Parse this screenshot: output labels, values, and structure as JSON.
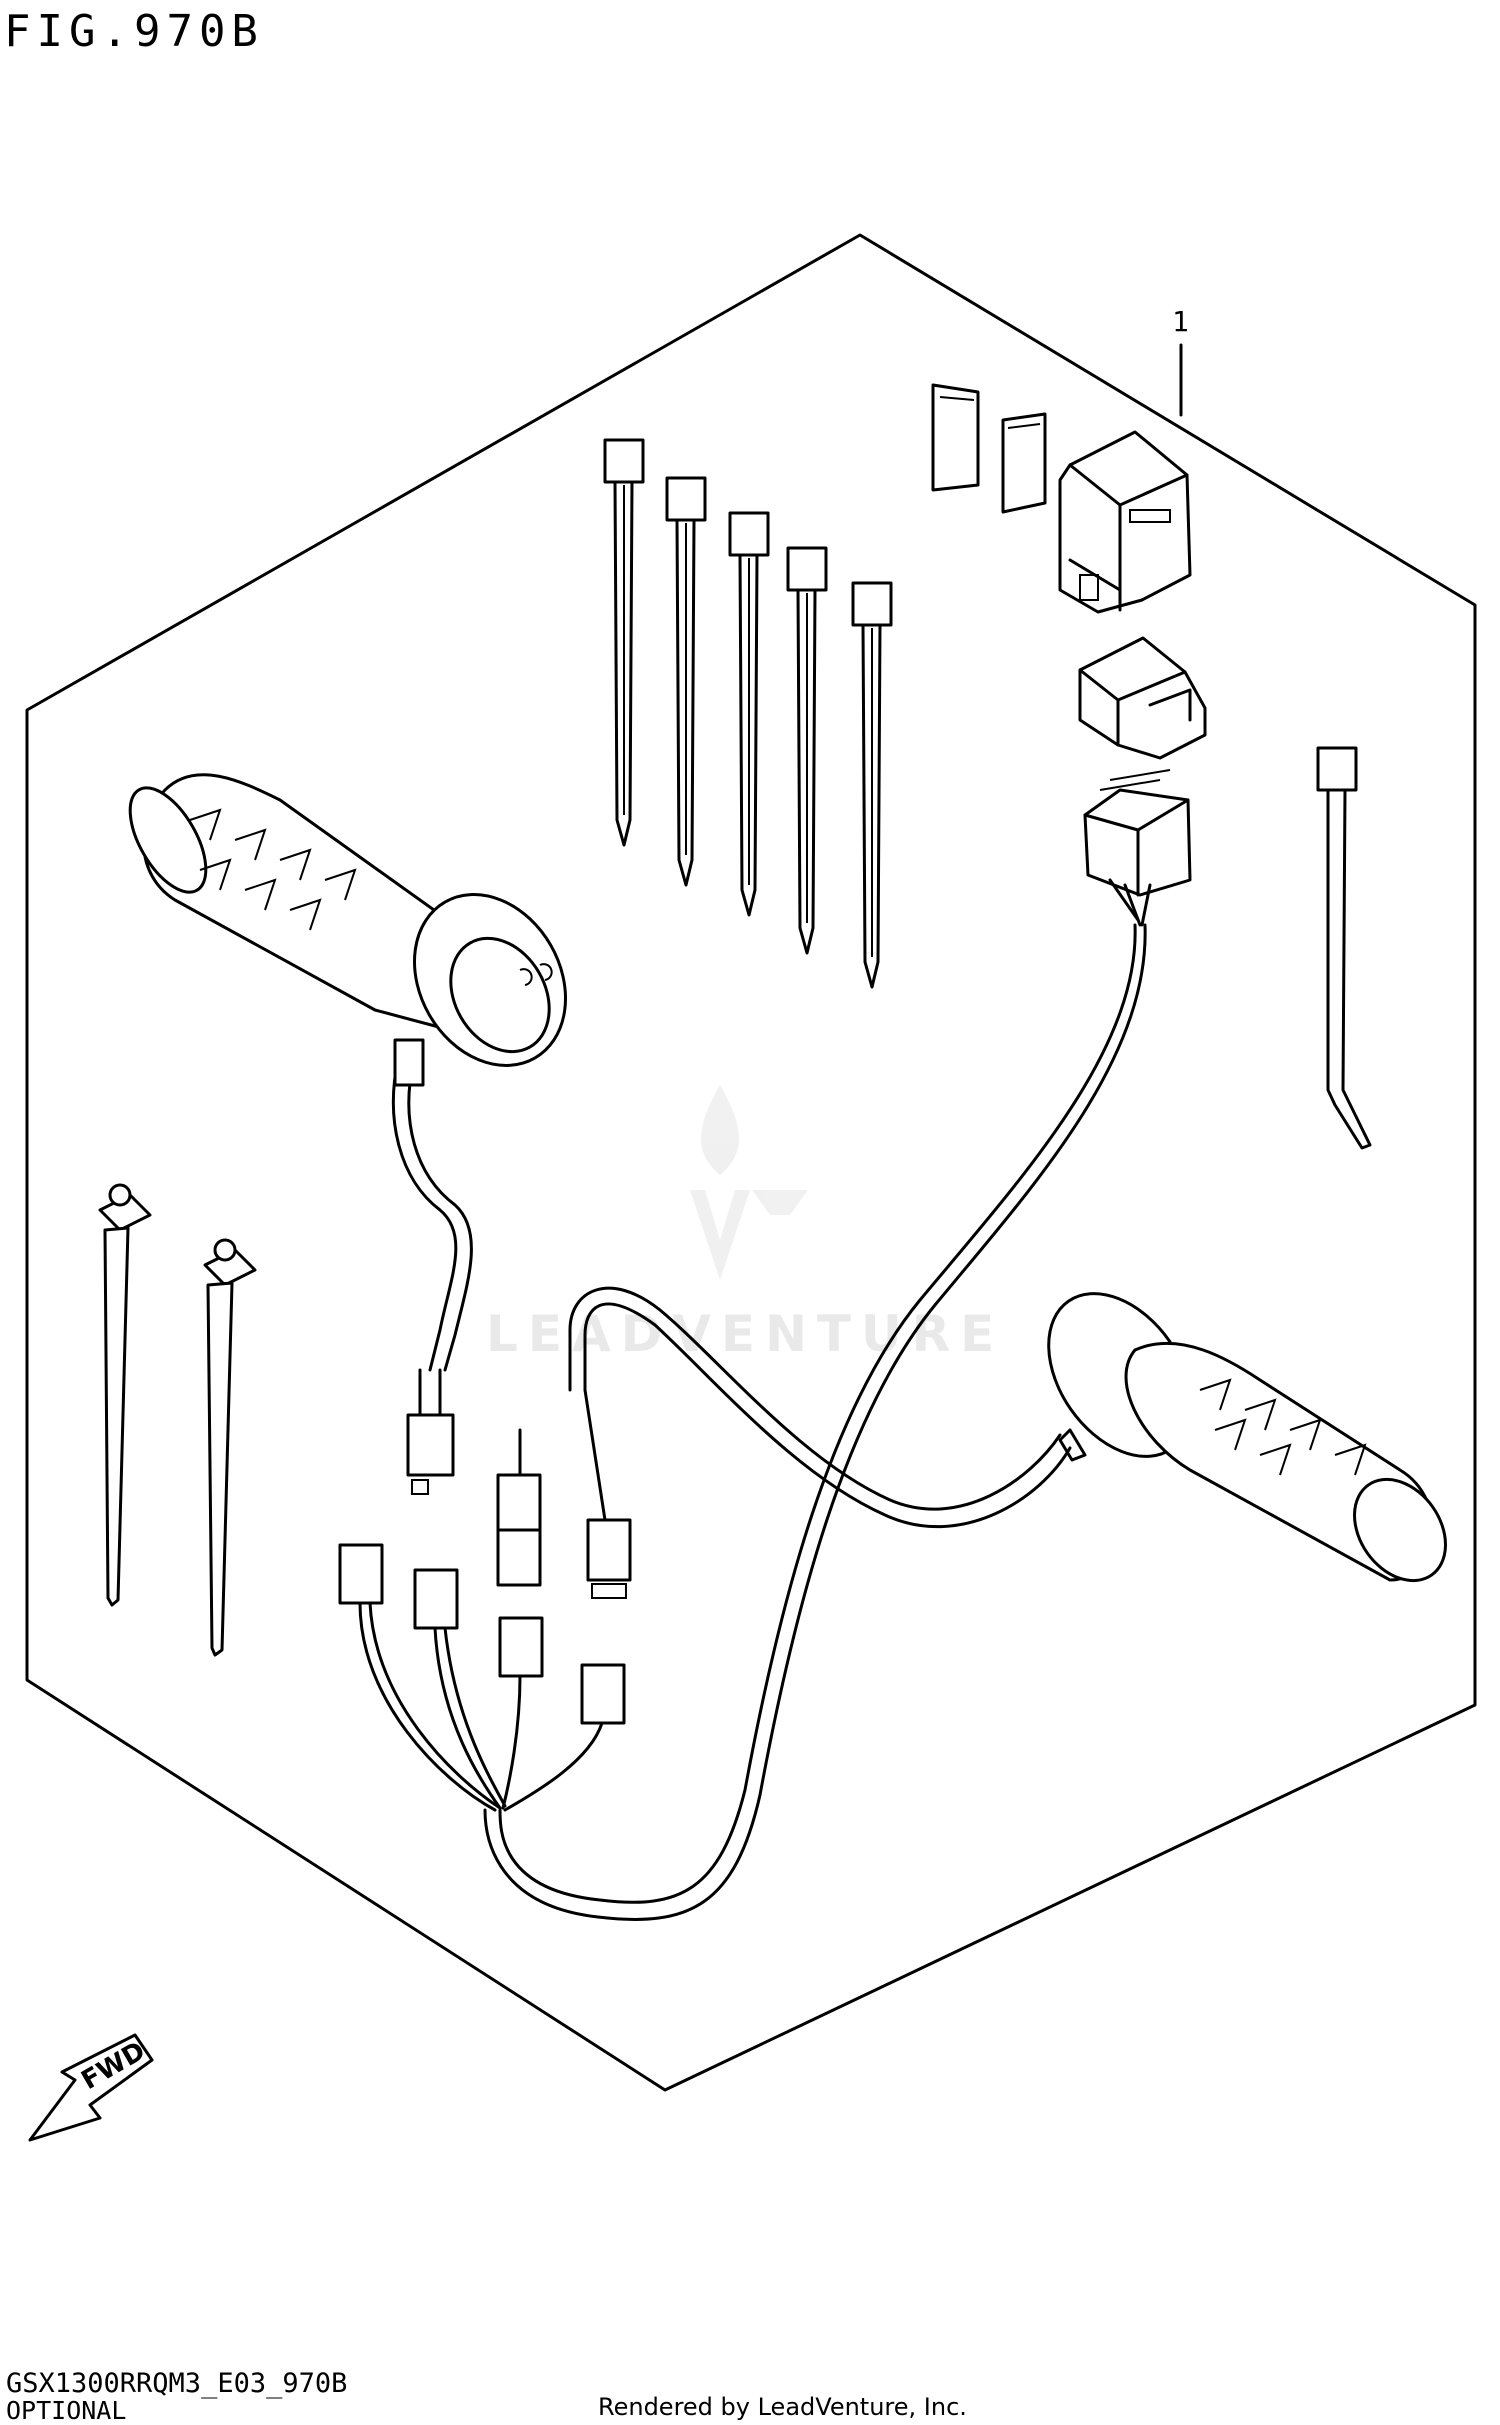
{
  "figure": {
    "title": "FIG.970B",
    "callout_label": "1",
    "direction_label": "FWD"
  },
  "footer": {
    "model_code": "GSX1300RRQM3_E03_970B",
    "section": "OPTIONAL",
    "rendered_by": "Rendered by LeadVenture, Inc."
  },
  "watermark": {
    "text": "LEADVENTURE"
  }
}
